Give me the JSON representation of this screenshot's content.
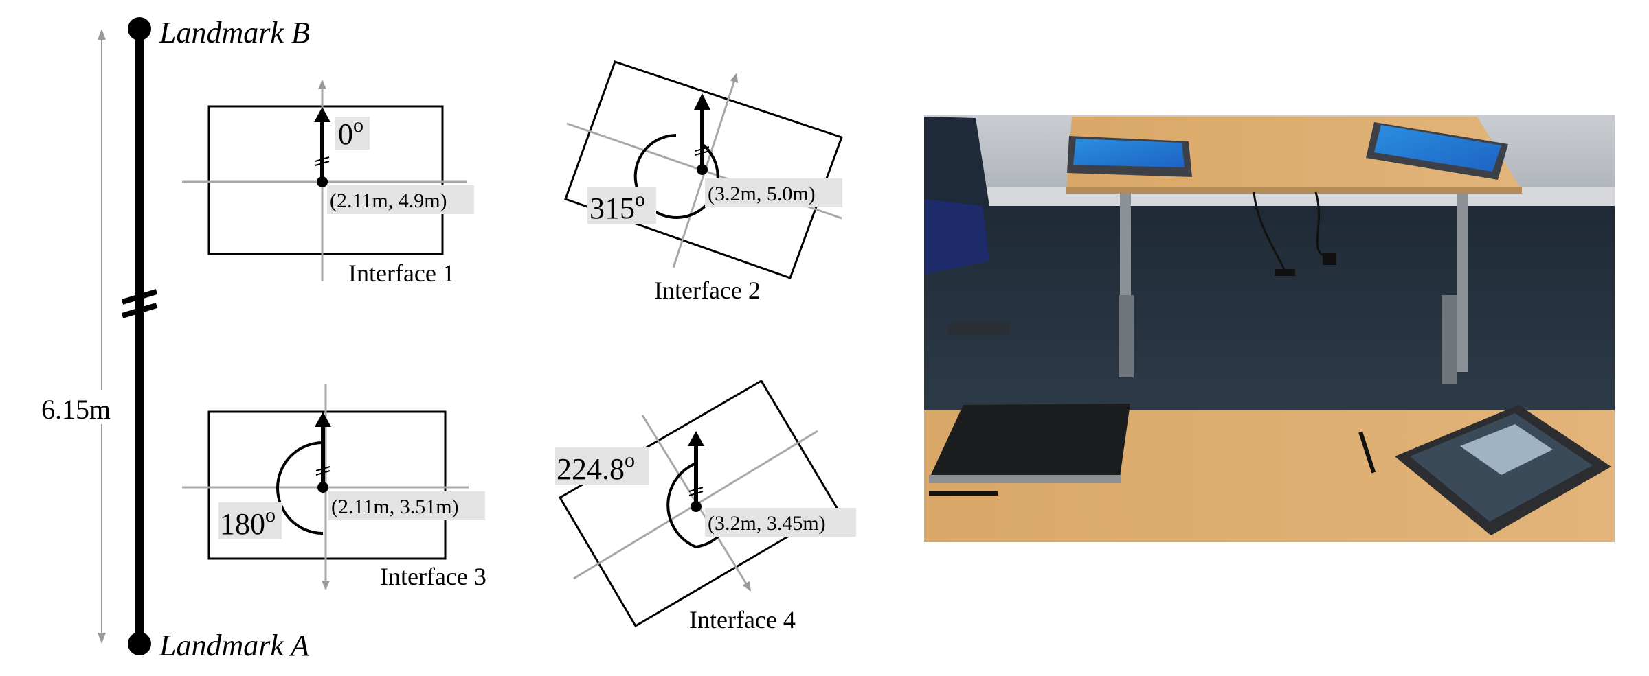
{
  "landmarks": {
    "top": "Landmark B",
    "bottom": "Landmark A"
  },
  "distance_label": "6.15m",
  "interfaces": [
    {
      "label": "Interface 1",
      "coord": "(2.11m, 4.9m)",
      "angle": "0",
      "angle_sup": "o"
    },
    {
      "label": "Interface 2",
      "coord": "(3.2m, 5.0m)",
      "angle": "315",
      "angle_sup": "o"
    },
    {
      "label": "Interface 3",
      "coord": "(2.11m, 3.51m)",
      "angle": "180",
      "angle_sup": "o"
    },
    {
      "label": "Interface 4",
      "coord": "(3.2m, 3.45m)",
      "angle": "224.8",
      "angle_sup": "o"
    }
  ],
  "colors": {
    "ink": "#000000",
    "axis_gray": "#9a9a9a",
    "label_bg": "#e3e3e3"
  }
}
